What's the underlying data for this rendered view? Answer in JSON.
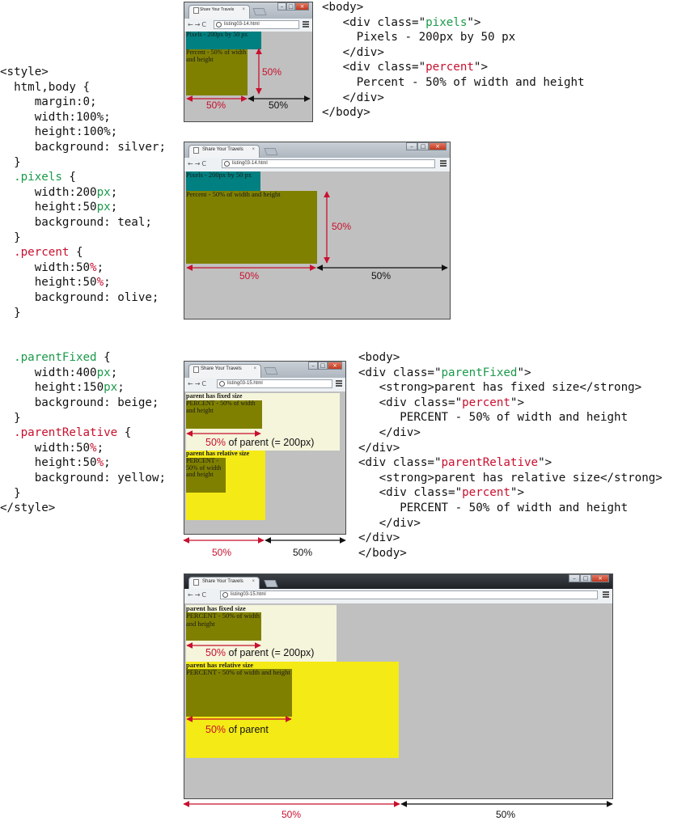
{
  "css_code": {
    "lines": [
      [
        {
          "t": "<style>"
        }
      ],
      [
        {
          "t": "  html,body {"
        }
      ],
      [
        {
          "t": "     margin:0;"
        }
      ],
      [
        {
          "t": "     width:100%;"
        }
      ],
      [
        {
          "t": "     height:100%;"
        }
      ],
      [
        {
          "t": "     background: silver;"
        }
      ],
      [
        {
          "t": "  }"
        }
      ],
      [
        {
          "t": "  "
        },
        {
          "t": ".pixels",
          "c": "green"
        },
        {
          "t": " {"
        }
      ],
      [
        {
          "t": "     width:200"
        },
        {
          "t": "px",
          "c": "green"
        },
        {
          "t": ";"
        }
      ],
      [
        {
          "t": "     height:50"
        },
        {
          "t": "px",
          "c": "green"
        },
        {
          "t": ";"
        }
      ],
      [
        {
          "t": "     background: teal;"
        }
      ],
      [
        {
          "t": "  }"
        }
      ],
      [
        {
          "t": "  "
        },
        {
          "t": ".percent",
          "c": "red"
        },
        {
          "t": " {"
        }
      ],
      [
        {
          "t": "     width:50"
        },
        {
          "t": "%",
          "c": "red"
        },
        {
          "t": ";"
        }
      ],
      [
        {
          "t": "     height:50"
        },
        {
          "t": "%",
          "c": "red"
        },
        {
          "t": ";"
        }
      ],
      [
        {
          "t": "     background: olive;"
        }
      ],
      [
        {
          "t": "  }"
        }
      ],
      [
        {
          "t": ""
        }
      ],
      [
        {
          "t": ""
        }
      ],
      [
        {
          "t": "  "
        },
        {
          "t": ".parentFixed",
          "c": "green"
        },
        {
          "t": " {"
        }
      ],
      [
        {
          "t": "     width:400"
        },
        {
          "t": "px",
          "c": "green"
        },
        {
          "t": ";"
        }
      ],
      [
        {
          "t": "     height:150"
        },
        {
          "t": "px",
          "c": "green"
        },
        {
          "t": ";"
        }
      ],
      [
        {
          "t": "     background: beige;"
        }
      ],
      [
        {
          "t": "  }"
        }
      ],
      [
        {
          "t": "  "
        },
        {
          "t": ".parentRelative",
          "c": "red"
        },
        {
          "t": " {"
        }
      ],
      [
        {
          "t": "     width:50"
        },
        {
          "t": "%",
          "c": "red"
        },
        {
          "t": ";"
        }
      ],
      [
        {
          "t": "     height:50"
        },
        {
          "t": "%",
          "c": "red"
        },
        {
          "t": ";"
        }
      ],
      [
        {
          "t": "     background: yellow;"
        }
      ],
      [
        {
          "t": "  }"
        }
      ],
      [
        {
          "t": "</style>"
        }
      ]
    ]
  },
  "html_code_1": {
    "lines": [
      [
        {
          "t": "<body>"
        }
      ],
      [
        {
          "t": "   <div class=\""
        },
        {
          "t": "pixels",
          "c": "green"
        },
        {
          "t": "\">"
        }
      ],
      [
        {
          "t": "     Pixels - 200px by 50 px"
        }
      ],
      [
        {
          "t": "   </div>"
        }
      ],
      [
        {
          "t": "   <div class=\""
        },
        {
          "t": "percent",
          "c": "red"
        },
        {
          "t": "\">"
        }
      ],
      [
        {
          "t": "     Percent - 50% of width and height"
        }
      ],
      [
        {
          "t": "   </div>"
        }
      ],
      [
        {
          "t": "</body>"
        }
      ]
    ]
  },
  "html_code_2": {
    "lines": [
      [
        {
          "t": "<body>"
        }
      ],
      [
        {
          "t": "<div class=\""
        },
        {
          "t": "parentFixed",
          "c": "green"
        },
        {
          "t": "\">"
        }
      ],
      [
        {
          "t": "   <strong>parent has fixed size</strong>"
        }
      ],
      [
        {
          "t": "   <div class=\""
        },
        {
          "t": "percent",
          "c": "red"
        },
        {
          "t": "\">"
        }
      ],
      [
        {
          "t": "      PERCENT - 50% of width and height"
        }
      ],
      [
        {
          "t": "   </div>"
        }
      ],
      [
        {
          "t": "</div>"
        }
      ],
      [
        {
          "t": "<div class=\""
        },
        {
          "t": "parentRelative",
          "c": "red"
        },
        {
          "t": "\">"
        }
      ],
      [
        {
          "t": "   <strong>parent has relative size</strong>"
        }
      ],
      [
        {
          "t": "   <div class=\""
        },
        {
          "t": "percent",
          "c": "red"
        },
        {
          "t": "\">"
        }
      ],
      [
        {
          "t": "      PERCENT - 50% of width and height"
        }
      ],
      [
        {
          "t": "   </div>"
        }
      ],
      [
        {
          "t": "</div>"
        }
      ],
      [
        {
          "t": "</body>"
        }
      ]
    ]
  },
  "browser": {
    "tab_title": "Share Your Travels",
    "url_1": "listing03-14.html",
    "url_2": "listing03-15.html",
    "close_glyph": "×"
  },
  "demo": {
    "pixels_text": "Pixels - 200px by 50 px",
    "percent_text_1": "Percent - 50% of width and height",
    "fixed_heading": "parent has fixed size",
    "relative_heading": "parent has relative size",
    "percent_text_2": "PERCENT - 50% of width and height"
  },
  "annotations": {
    "p50": "50%",
    "of_parent_200": " of parent (= 200px)",
    "of_parent": " of parent"
  },
  "colors": {
    "silver": "#c0c0c0",
    "teal": "#008080",
    "olive": "#808000",
    "beige": "#f5f5dc",
    "yellow": "#f4ea16",
    "annotation_red": "#c8102e"
  }
}
